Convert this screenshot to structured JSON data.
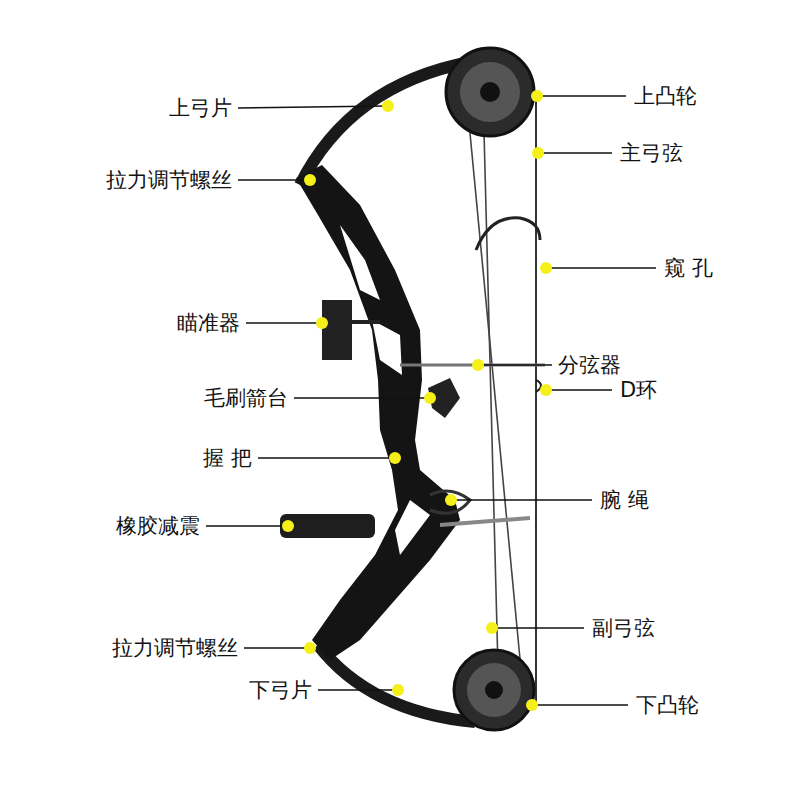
{
  "diagram": {
    "labels": [
      "上弓片",
      "拉力调节螺丝",
      "瞄准器",
      "毛刷箭台",
      "握 把",
      "橡胶减震",
      "拉力调节螺丝",
      "下弓片",
      "上凸轮",
      "主弓弦",
      "窥 孔",
      "分弦器",
      "D环",
      "腕 绳",
      "副弓弦",
      "下凸轮"
    ]
  }
}
